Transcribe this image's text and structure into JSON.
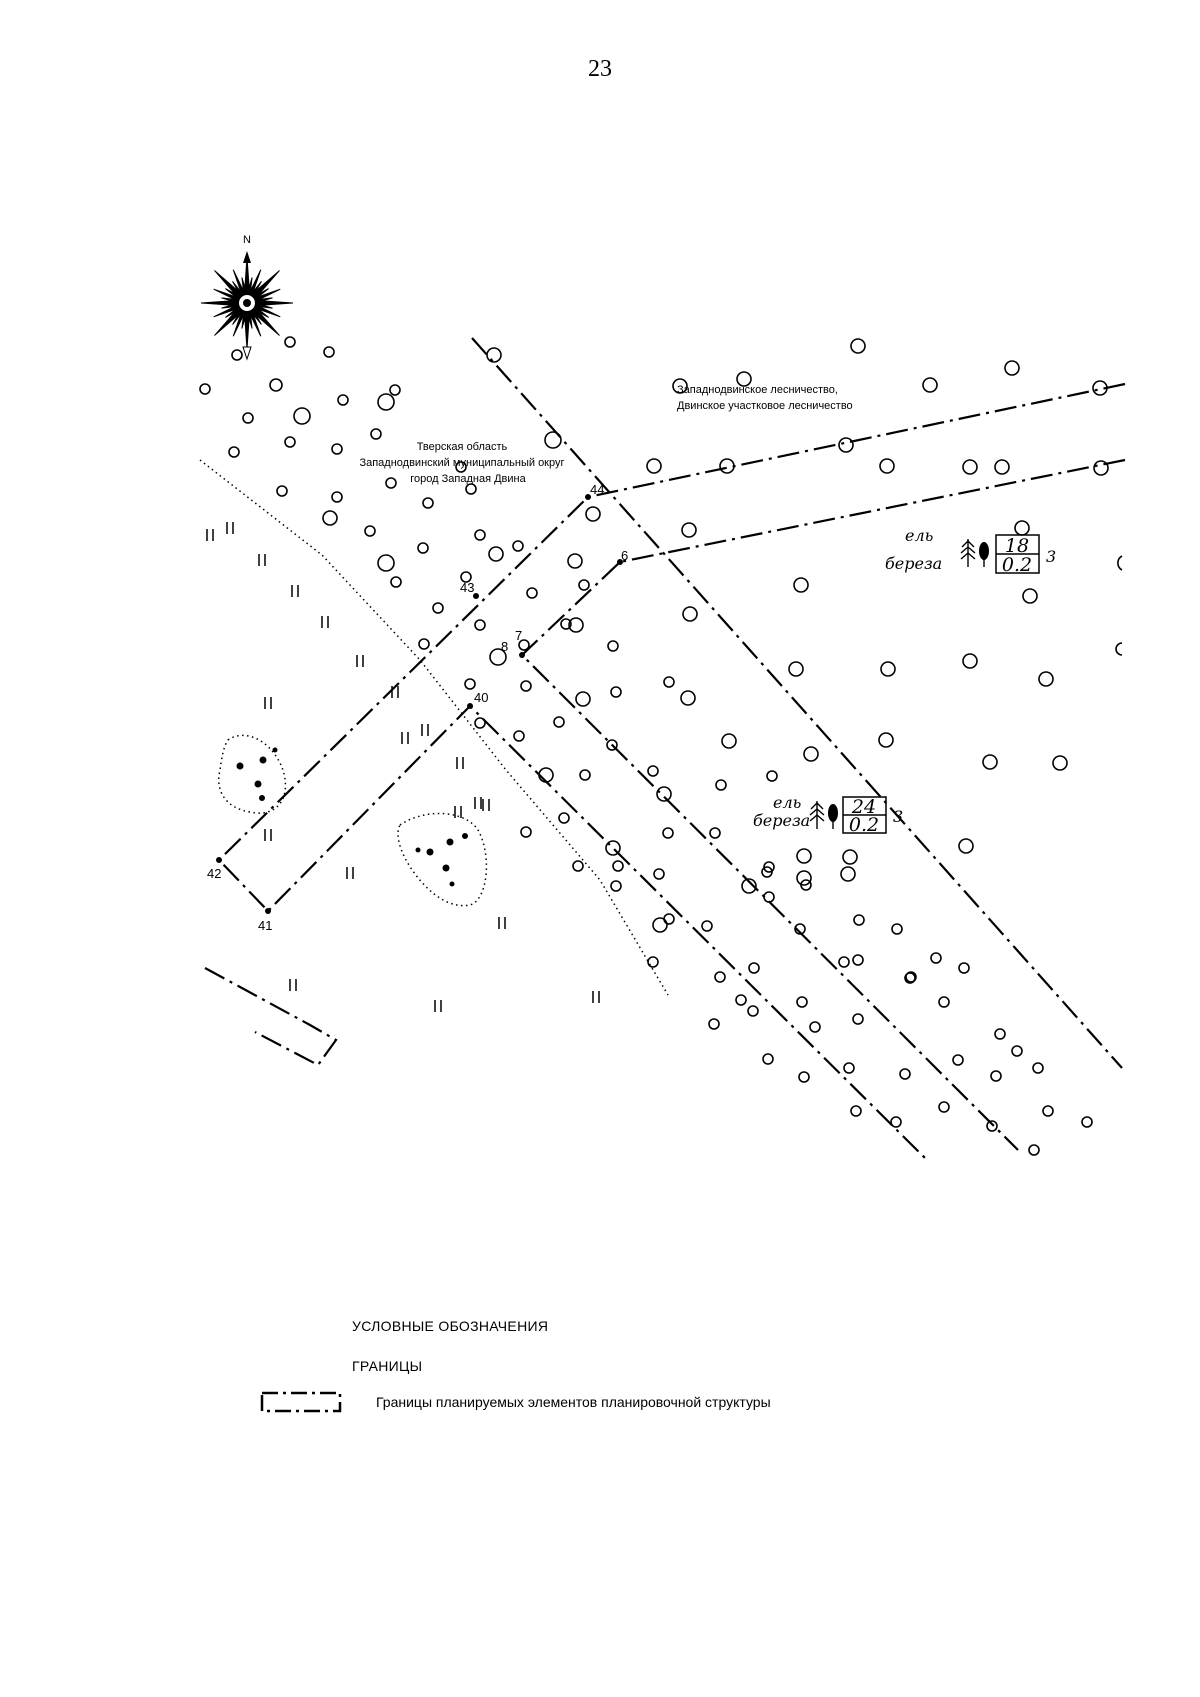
{
  "page_number": "23",
  "map": {
    "north_label": "N",
    "region_label_lines": [
      "Тверская область",
      "Западнодвинский муниципальный округ",
      "город Западная Двина"
    ],
    "forestry_label_lines": [
      "Западнодвинское лесничество,",
      "Двинское участковое лесничество"
    ],
    "boundary_points": [
      "44",
      "6",
      "43",
      "7",
      "8",
      "40",
      "42",
      "41"
    ],
    "taxation_1": {
      "species_top": "ель",
      "species_bottom": "береза",
      "numerator": "18",
      "denominator": "0.2",
      "class": "3"
    },
    "taxation_2": {
      "species_top": "ель",
      "species_bottom": "береза",
      "numerator": "24",
      "denominator": "0.2",
      "class": "3"
    }
  },
  "legend": {
    "title": "УСЛОВНЫЕ ОБОЗНАЧЕНИЯ",
    "section": "ГРАНИЦЫ",
    "item_label": "Границы планируемых элементов планировочной структуры"
  }
}
